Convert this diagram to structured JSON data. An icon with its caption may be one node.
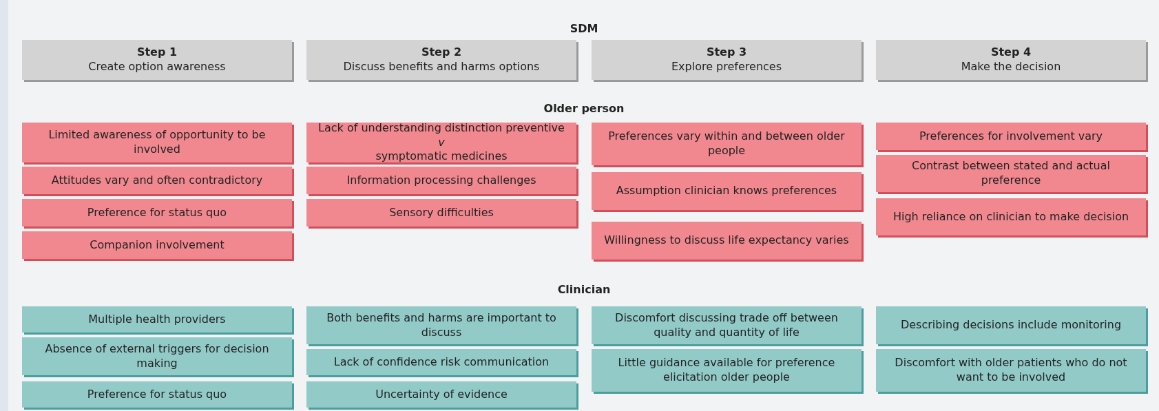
{
  "diagram": {
    "nodes": [
      {
        "text": [
          "Step 1",
          "Create option awareness"
        ]
      },
      {
        "text": [
          "Step 2",
          "Discuss benefits and harms options"
        ]
      },
      {
        "text": [
          "Step 3",
          "Explore preferences"
        ]
      },
      {
        "text": [
          "Step 4",
          "Make the decision"
        ]
      },
      {
        "text": [
          "Limited awareness of opportunity to be involved"
        ]
      },
      {
        "text": [
          "Attitudes vary and often contradictory"
        ]
      },
      {
        "text": [
          "Preference for status quo"
        ]
      },
      {
        "text": [
          "Companion involvement"
        ]
      },
      {
        "text": [
          "Lack of understanding distinction preventive *v* symptomatic medicines"
        ]
      },
      {
        "text": [
          "Information processing challenges"
        ]
      },
      {
        "text": [
          "Sensory difficulties"
        ]
      },
      {
        "text": [
          "Preferences vary within and between older people"
        ]
      },
      {
        "text": [
          "Assumption clinician knows preferences"
        ]
      },
      {
        "text": [
          "Willingness to discuss life expectancy varies"
        ]
      },
      {
        "text": [
          "Preferences for involvement vary"
        ]
      },
      {
        "text": [
          "Contrast between stated and actual preference"
        ]
      },
      {
        "text": [
          "High reliance on clinician to make decision"
        ]
      },
      {
        "text": [
          "Multiple health providers"
        ]
      },
      {
        "text": [
          "Absence of external triggers for decision making"
        ]
      },
      {
        "text": [
          "Preference for status quo"
        ]
      },
      {
        "text": [
          "Both benefits and harms are important to discuss"
        ]
      },
      {
        "text": [
          "Lack of confidence risk communication"
        ]
      },
      {
        "text": [
          "Uncertainty of evidence"
        ]
      },
      {
        "text": [
          "Discomfort discussing trade off between quality and quantity of life"
        ]
      },
      {
        "text": [
          "Little guidance available for preference elicitation older people"
        ]
      },
      {
        "text": [
          "Describing decisions include monitoring"
        ]
      },
      {
        "text": [
          "Discomfort with older patients who do not want to be involved"
        ]
      }
    ],
    "labels": [
      "SDM",
      "Older person",
      "Clinician"
    ]
  }
}
